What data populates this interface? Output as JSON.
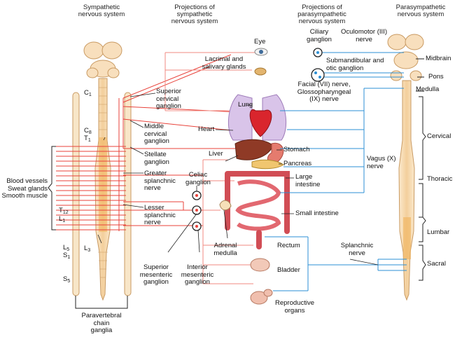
{
  "headers": {
    "sympathetic": "Sympathetic\nnervous system",
    "sym_projections": "Projections of\nsympathetic\nnervous system",
    "para_projections": "Projections of\nparasympathetic\nnervous system",
    "parasympathetic": "Parasympathetic\nnervous system"
  },
  "spinal_levels": {
    "c": "C",
    "c_sub": "1",
    "c8": "C",
    "c8_sub": "8",
    "t1": "T",
    "t1_sub": "1",
    "t12": "T",
    "t12_sub": "12",
    "l1": "L",
    "l1_sub": "1",
    "l3": "L",
    "l3_sub": "3",
    "l5": "L",
    "l5_sub": "5",
    "s1": "S",
    "s1_sub": "1",
    "s5": "S",
    "s5_sub": "5"
  },
  "ganglia": {
    "superior_cervical": "Superior\ncervical\nganglion",
    "middle_cervical": "Middle\ncervical\nganglion",
    "stellate": "Stellate\nganglion",
    "greater_splanchnic": "Greater\nsplanchnic\nnerve",
    "lesser_splanchnic": "Lesser\nsplanchnic\nnerve",
    "celiac": "Celiac\nganglion",
    "superior_mesenteric": "Superior\nmesenteric\nganglion",
    "inferior_mesenteric": "Interior\nmesenteric\nganglion",
    "paravertebral": "Paravertebral\nchain\nganglia"
  },
  "effectors": "Blood vessels\nSweat glands\nSmooth muscle",
  "organs": {
    "eye": "Eye",
    "lacrimal": "Lacrimal and\nsalivary glands",
    "lung": "Lung",
    "heart": "Heart",
    "liver": "Liver",
    "stomach": "Stomach",
    "pancreas": "Pancreas",
    "large_intestine": "Large\nintestine",
    "small_intestine": "Small intestine",
    "adrenal": "Adrenal\nmedulla",
    "rectum": "Rectum",
    "bladder": "Bladder",
    "reproductive": "Reproductive\norgans"
  },
  "para_nerves": {
    "ciliary": "Ciliary\nganglion",
    "oculomotor": "Oculomotor (III)\nnerve",
    "submandibular": "Submandibular and\notic ganglion",
    "facial_glosso": "Facial (VII) nerve,\nGlossopharyngeal\n(IX) nerve",
    "vagus": "Vagus (X)\nnerve",
    "splanchnic": "Splanchnic\nnerve"
  },
  "regions": {
    "midbrain": "Midbrain",
    "pons": "Pons",
    "medulla": "Medulla",
    "cervical": "Cervical",
    "thoracic": "Thoracic",
    "lumbar": "Lumbar",
    "sacral": "Sacral"
  },
  "colors": {
    "sympathetic": "#e8423a",
    "parasympathetic": "#2b8fd4",
    "cord": "#f6e1c0",
    "cord_stroke": "#c99a62"
  }
}
